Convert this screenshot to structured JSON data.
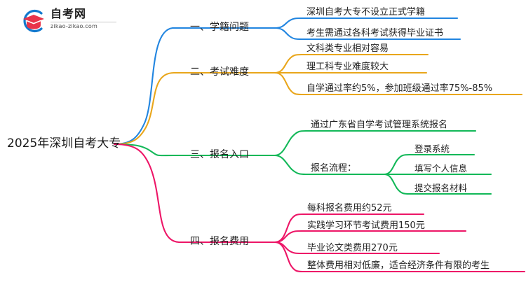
{
  "logo": {
    "name_cn": "自考网",
    "name_en": "zikao-zikao.com",
    "mark": "graduation-cap-icon"
  },
  "mindmap": {
    "root": {
      "label": "2025年深圳自考大专"
    },
    "branches": [
      {
        "label": "一、学籍问题",
        "color": "#2185E0",
        "children": [
          {
            "label": "深圳自考大专不设立正式学籍"
          },
          {
            "label": "考生需通过各科考试获得毕业证书"
          }
        ]
      },
      {
        "label": "二、考试难度",
        "color": "#E9A61B",
        "children": [
          {
            "label": "文科类专业相对容易"
          },
          {
            "label": "理工科专业难度较大"
          },
          {
            "label": "自学通过率约5%，参加班级通过率75%-85%"
          }
        ]
      },
      {
        "label": "三、报名入口",
        "color": "#12B858",
        "children": [
          {
            "label": "通过广东省自学考试管理系统报名"
          },
          {
            "label": "报名流程：",
            "children": [
              {
                "label": "登录系统"
              },
              {
                "label": "填写个人信息"
              },
              {
                "label": "提交报名材料"
              }
            ]
          }
        ]
      },
      {
        "label": "四、报名费用",
        "color": "#ED1667",
        "children": [
          {
            "label": "每科报名费用约52元"
          },
          {
            "label": "实践学习环节考试费用150元"
          },
          {
            "label": "毕业论文类费用270元"
          },
          {
            "label": "整体费用相对低廉，适合经济条件有限的考生"
          }
        ]
      }
    ]
  }
}
